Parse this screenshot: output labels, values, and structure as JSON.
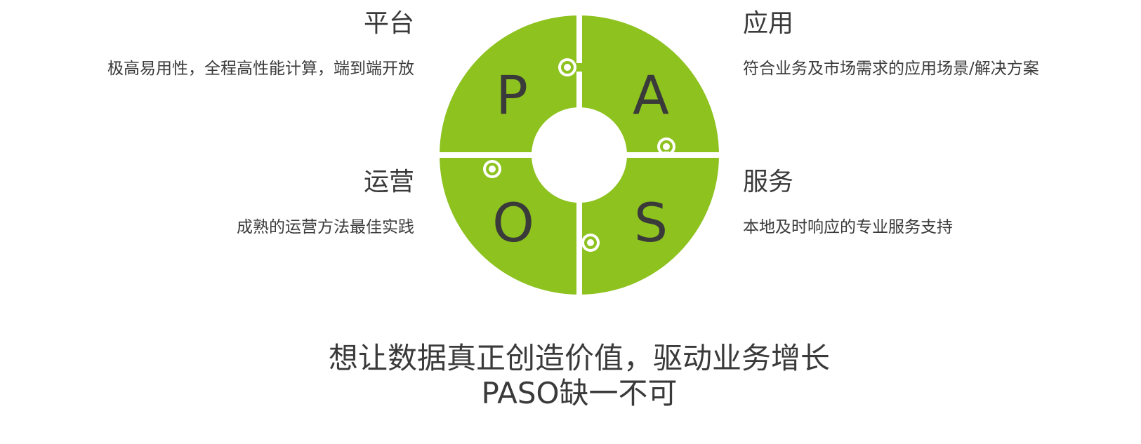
{
  "quadrants": {
    "platform": {
      "title": "平台",
      "desc": "极高易用性，全程高性能计算，端到端开放"
    },
    "application": {
      "title": "应用",
      "desc": "符合业务及市场需求的应用场景/解决方案"
    },
    "operation": {
      "title": "运营",
      "desc": "成熟的运营方法最佳实践"
    },
    "service": {
      "title": "服务",
      "desc": "本地及时响应的专业服务支持"
    }
  },
  "puzzle": {
    "letters": {
      "p": "P",
      "a": "A",
      "o": "O",
      "s": "S"
    },
    "color": "#8dc21f"
  },
  "slogan": {
    "line1": "想让数据真正创造价值，驱动业务增长",
    "line2": "PASO缺一不可"
  }
}
